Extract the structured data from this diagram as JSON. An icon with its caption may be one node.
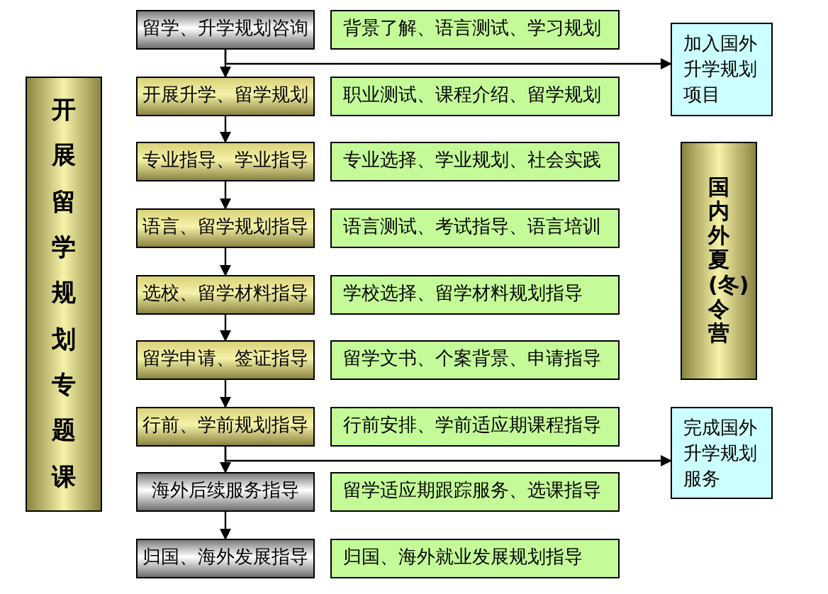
{
  "diagram": {
    "nodes": [
      {
        "text": [
          "开展留学规划专题课"
        ]
      },
      {
        "text": [
          "留学、升学规划咨询"
        ]
      },
      {
        "text": [
          "开展升学、留学规划"
        ]
      },
      {
        "text": [
          "专业指导、学业指导"
        ]
      },
      {
        "text": [
          "语言、留学规划指导"
        ]
      },
      {
        "text": [
          "选校、留学材料指导"
        ]
      },
      {
        "text": [
          "留学申请、签证指导"
        ]
      },
      {
        "text": [
          "行前、学前规划指导"
        ]
      },
      {
        "text": [
          "海外后续服务指导"
        ]
      },
      {
        "text": [
          "归国、海外发展指导"
        ]
      },
      {
        "text": [
          "背景了解、语言测试、学习规划"
        ]
      },
      {
        "text": [
          "职业测试、课程介绍、留学规划"
        ]
      },
      {
        "text": [
          "专业选择、学业规划、社会实践"
        ]
      },
      {
        "text": [
          "语言测试、考试指导、语言培训"
        ]
      },
      {
        "text": [
          "学校选择、留学材料规划指导"
        ]
      },
      {
        "text": [
          "留学文书、个案背景、申请指导"
        ]
      },
      {
        "text": [
          "行前安排、学前适应期课程指导"
        ]
      },
      {
        "text": [
          "留学适应期跟踪服务、选课指导"
        ]
      },
      {
        "text": [
          "归国、海外就业发展规划指导"
        ]
      },
      {
        "text": [
          "加入国外升学规划项目"
        ]
      },
      {
        "text": [
          "国内外夏(冬)令营"
        ]
      },
      {
        "text": [
          "完成国外升学规划服务"
        ]
      }
    ],
    "edges": [
      {
        "from": 1,
        "to": 2,
        "arrow": "to"
      },
      {
        "from": 2,
        "to": 3,
        "arrow": "to"
      },
      {
        "from": 3,
        "to": 4,
        "arrow": "to"
      },
      {
        "from": 4,
        "to": 5,
        "arrow": "to"
      },
      {
        "from": 5,
        "to": 6,
        "arrow": "to"
      },
      {
        "from": 6,
        "to": 7,
        "arrow": "to"
      },
      {
        "from": 7,
        "to": 8,
        "arrow": "to"
      },
      {
        "from": 8,
        "to": 9,
        "arrow": "to"
      },
      {
        "from": 1,
        "to": 19,
        "arrow": "to"
      },
      {
        "from": 7,
        "to": 21,
        "arrow": "to"
      }
    ]
  }
}
